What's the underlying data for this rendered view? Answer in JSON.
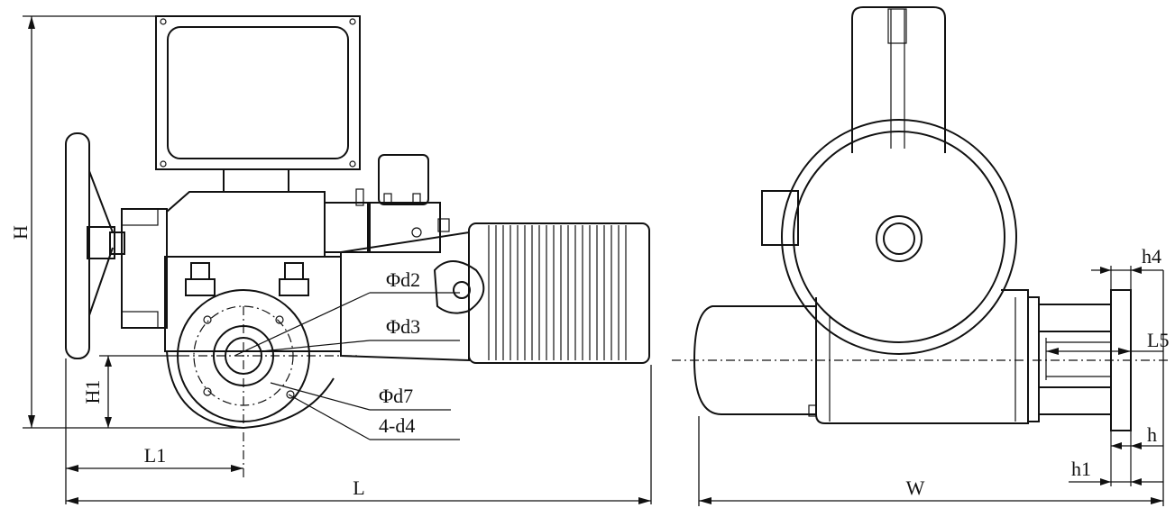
{
  "labels": {
    "H": "H",
    "H1": "H1",
    "L1": "L1",
    "L": "L",
    "W": "W",
    "d2": "Φd2",
    "d3": "Φd3",
    "d7": "Φd7",
    "d4": "4-d4",
    "h4": "h4",
    "L5": "L5",
    "h": "h",
    "h1": "h1"
  }
}
